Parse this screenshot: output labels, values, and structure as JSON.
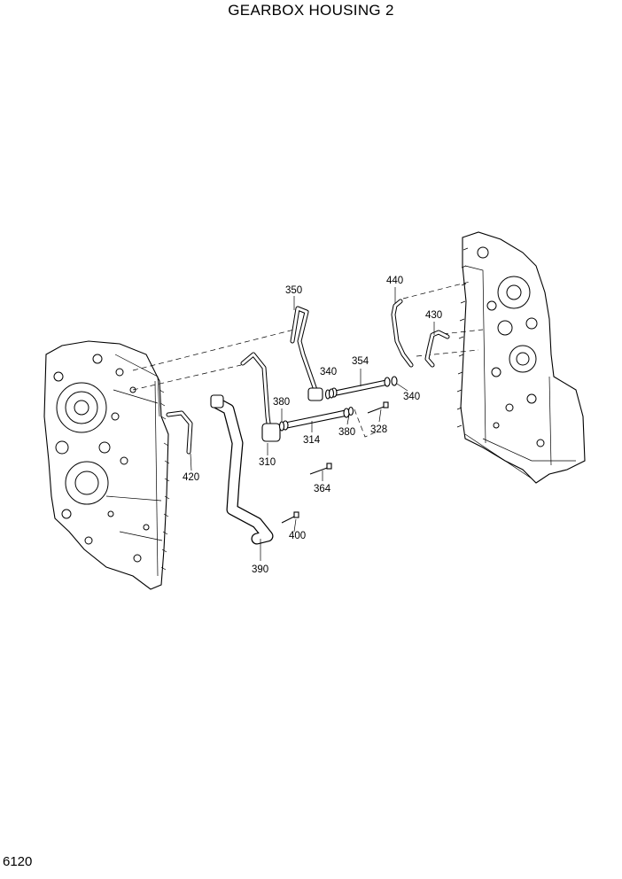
{
  "title": "GEARBOX HOUSING 2",
  "page_number": "6120",
  "callouts": {
    "c310": "310",
    "c314": "314",
    "c328": "328",
    "c340a": "340",
    "c340b": "340",
    "c350": "350",
    "c354": "354",
    "c364": "364",
    "c380a": "380",
    "c380b": "380",
    "c390": "390",
    "c400": "400",
    "c420": "420",
    "c430": "430",
    "c440": "440"
  }
}
